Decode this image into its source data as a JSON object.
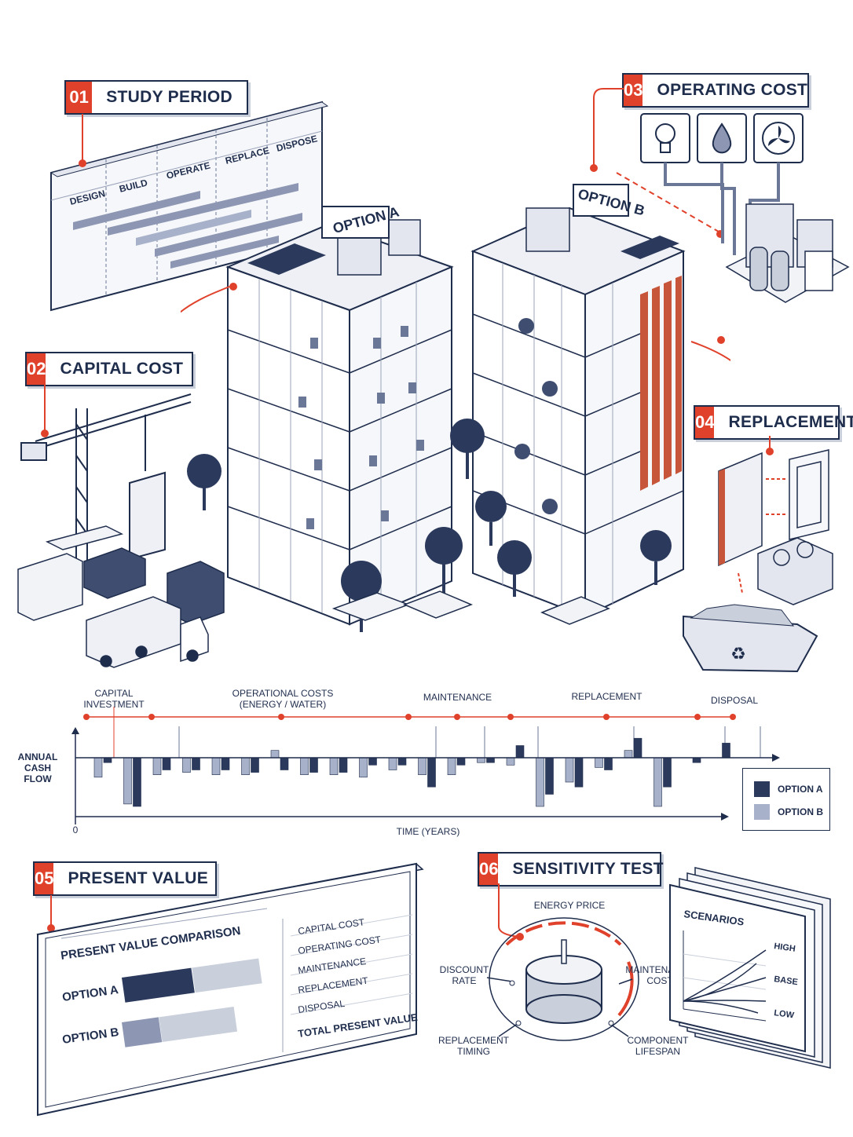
{
  "callouts": {
    "study_period": {
      "num": "01",
      "title": "STUDY PERIOD"
    },
    "capital_cost": {
      "num": "02",
      "title": "CAPITAL COST"
    },
    "operating_cost": {
      "num": "03",
      "title": "OPERATING COST"
    },
    "replacement": {
      "num": "04",
      "title": "REPLACEMENT"
    },
    "present_value": {
      "num": "05",
      "title": "PRESENT VALUE"
    },
    "sensitivity_test": {
      "num": "06",
      "title": "SENSITIVITY TEST"
    }
  },
  "study_period_phases": [
    "DESIGN",
    "BUILD",
    "OPERATE",
    "REPLACE",
    "DISPOSE"
  ],
  "buildings": {
    "option_a": "OPTION A",
    "option_b": "OPTION B"
  },
  "cashflow": {
    "y_label": "ANNUAL\nCASH FLOW",
    "origin": "0",
    "x_label": "TIME (YEARS)",
    "events": {
      "capital_investment": "CAPITAL\nINVESTMENT",
      "operational_costs": "OPERATIONAL COSTS",
      "operational_costs_sub": "(ENERGY / WATER)",
      "maintenance": "MAINTENANCE",
      "replacement": "REPLACEMENT",
      "disposal": "DISPOSAL"
    },
    "legend": {
      "option_a": "OPTION A",
      "option_b": "OPTION B"
    },
    "colors": {
      "option_a": "#2b3a5c",
      "option_b": "#a7b1c9",
      "accent": "#e0412b"
    },
    "option_a": [
      -0.1,
      -1.0,
      -0.25,
      -0.25,
      -0.25,
      -0.3,
      -0.25,
      -0.3,
      -0.3,
      -0.15,
      -0.15,
      -0.6,
      -0.15,
      -0.1,
      0.25,
      -0.75,
      -0.6,
      -0.25,
      0.4,
      -0.6,
      -0.1,
      0.3
    ],
    "option_b": [
      -0.4,
      -0.95,
      -0.35,
      -0.3,
      -0.35,
      -0.35,
      0.15,
      -0.35,
      -0.35,
      -0.4,
      -0.25,
      -0.35,
      -0.35,
      -0.1,
      -0.15,
      -1.0,
      -0.5,
      -0.2,
      0.15,
      -1.0,
      0.0,
      0.0
    ]
  },
  "pv_panel": {
    "title": "PRESENT VALUE COMPARISON",
    "option_a": "OPTION A",
    "option_b": "OPTION B",
    "items": [
      "CAPITAL COST",
      "OPERATING COST",
      "MAINTENANCE",
      "REPLACEMENT",
      "DISPOSAL"
    ],
    "total": "TOTAL PRESENT VALUE",
    "bars": {
      "option_a_dark": 0.51,
      "option_a_light": 0.49,
      "option_b_dark": 0.27,
      "option_b_light": 0.55
    }
  },
  "sensitivity": {
    "energy_price": "ENERGY PRICE",
    "discount_rate": "DISCOUNT\nRATE",
    "maintenance_cost": "MAINTENANCE\nCOST",
    "replacement_timing": "REPLACEMENT\nTIMING",
    "component_lifespan": "COMPONENT\nLIFESPAN",
    "scenarios_title": "SCENARIOS",
    "scenario_levels": [
      "HIGH",
      "BASE",
      "LOW"
    ]
  }
}
